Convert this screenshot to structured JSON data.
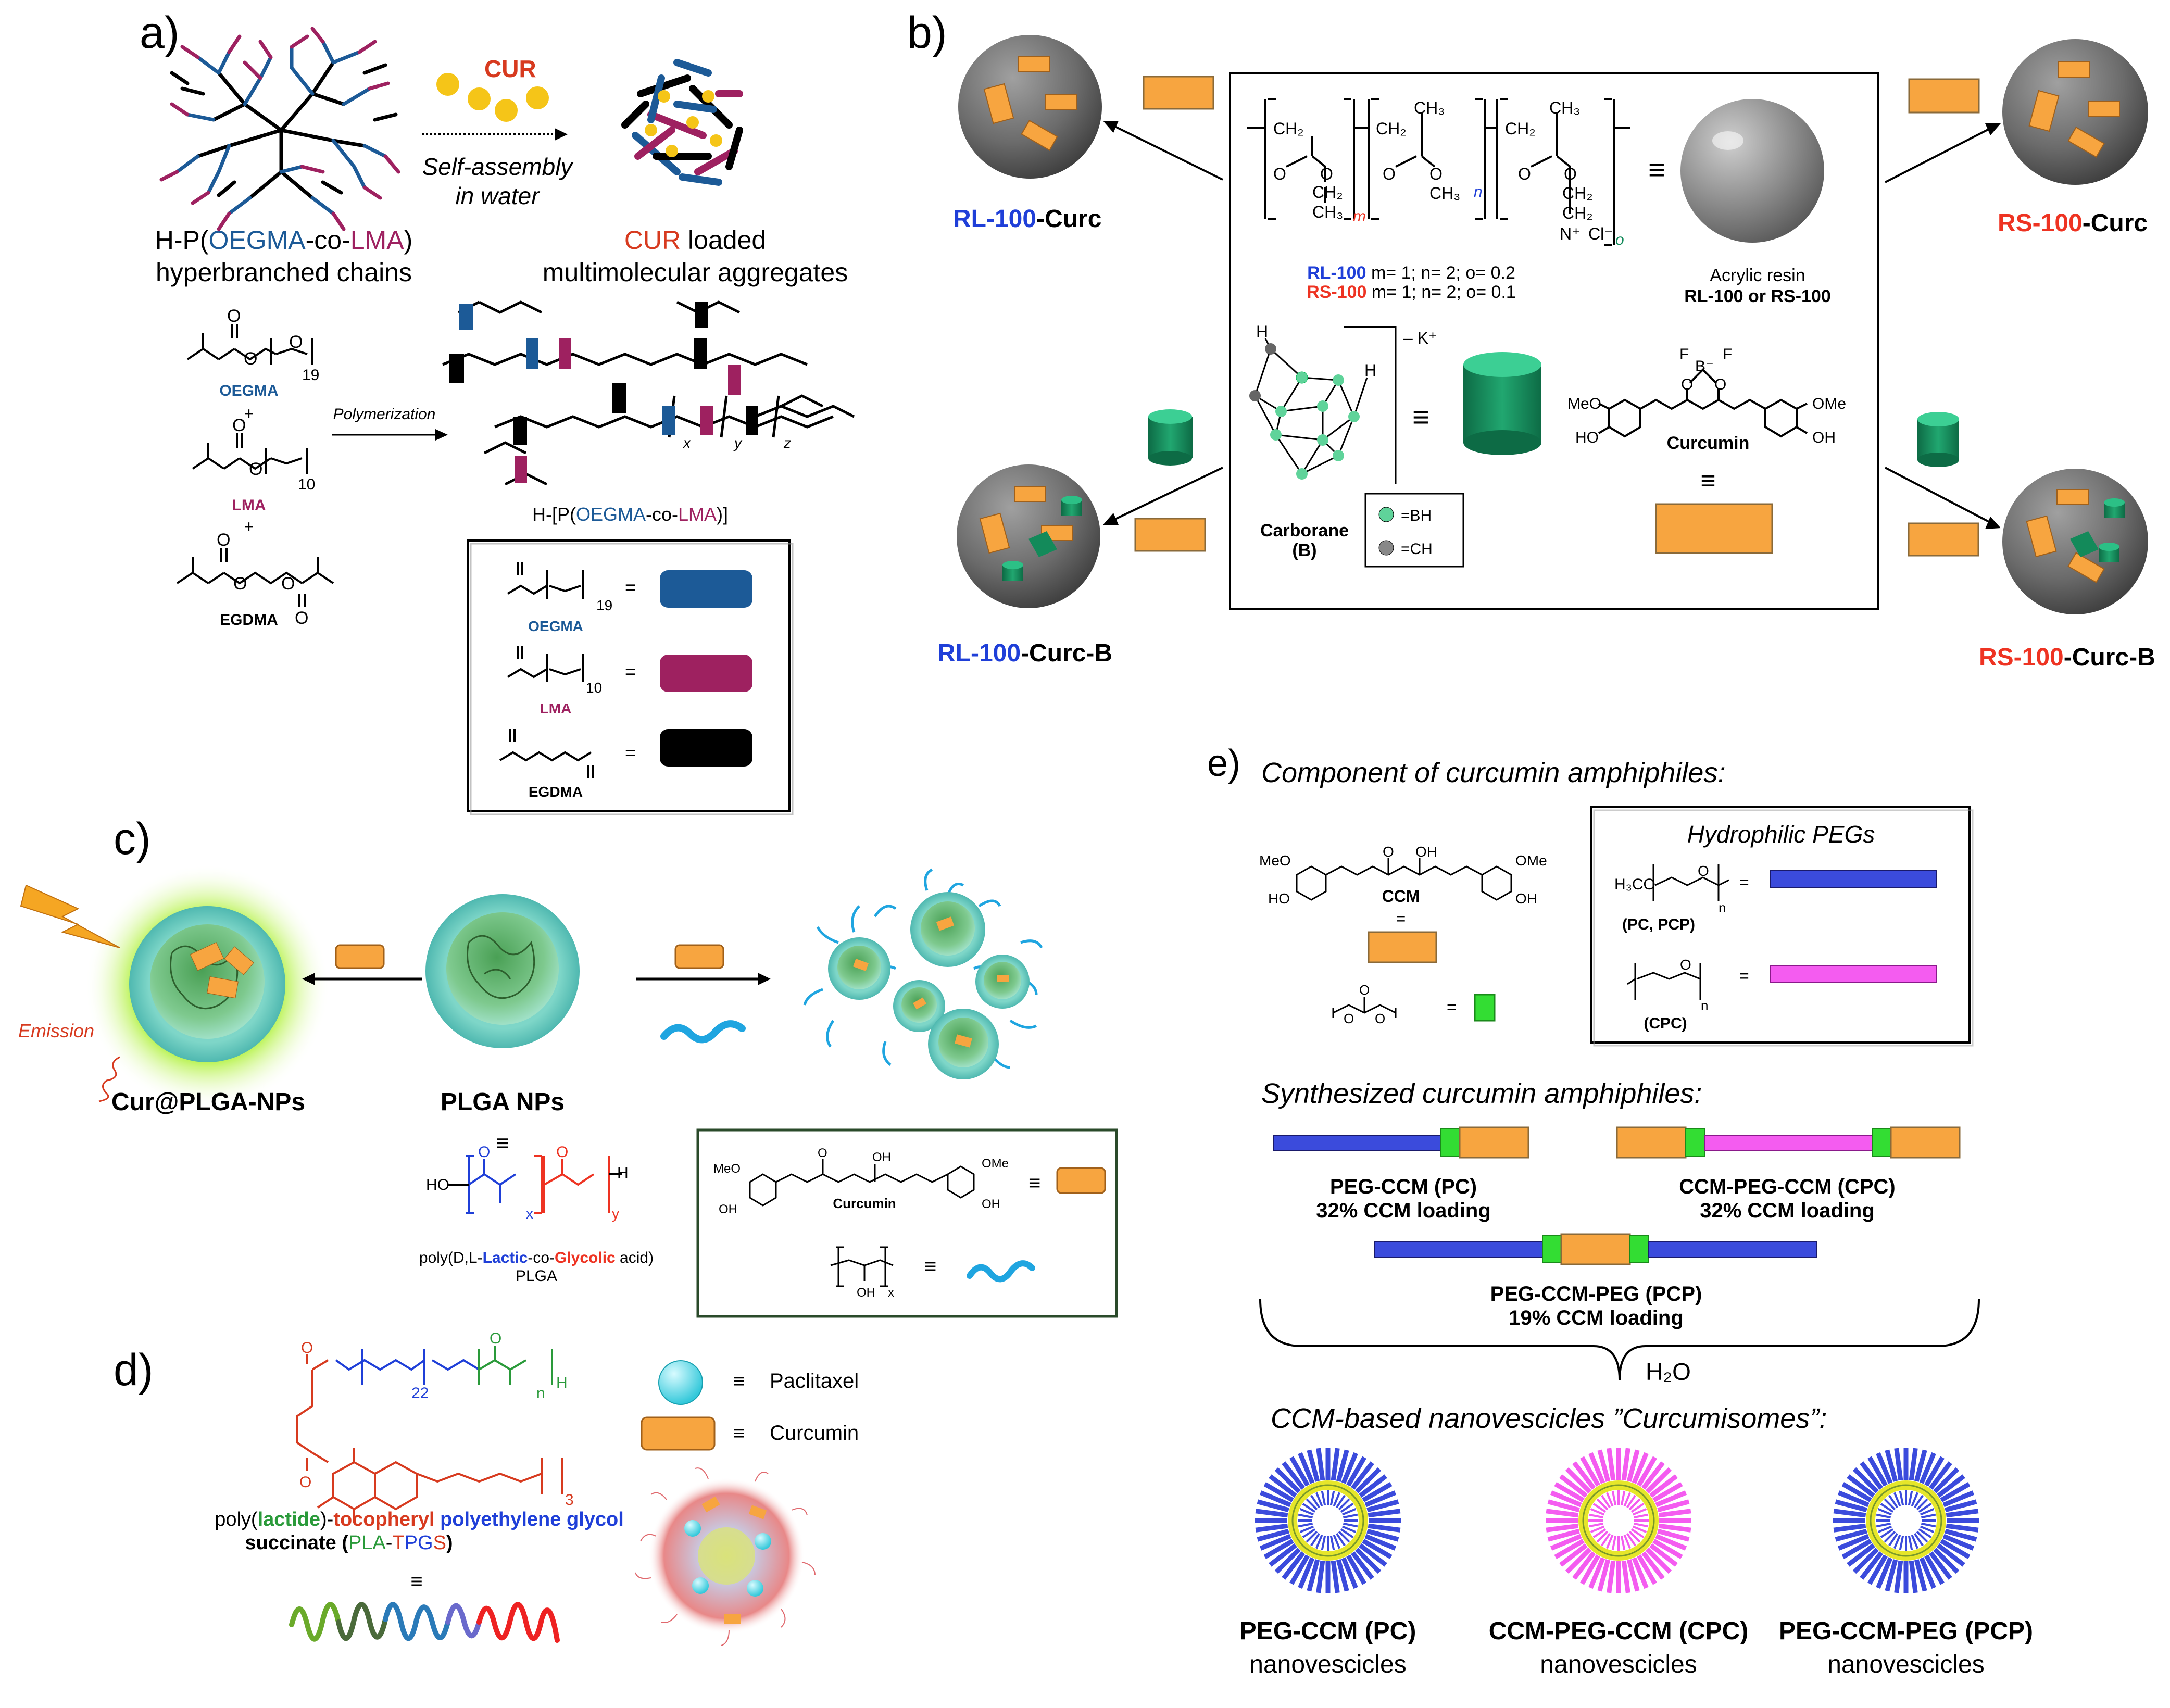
{
  "colors": {
    "curcumin_orange": "#f7a540",
    "oegma_blue": "#1c5a97",
    "lma_magenta": "#9e2160",
    "egdma_black": "#000000",
    "peg_blue": "#3b4bdc",
    "peg_pink": "#f45cf0",
    "linker_green": "#33dd33",
    "rl_blue": "#1f3fd8",
    "rs_red": "#ee3322",
    "cur_red": "#d73a1f",
    "resin_gray": "#6b6b6b",
    "carborane_green": "#138a5a",
    "plga_green": "#7ec98e",
    "glow_green": "#b6f24a",
    "paclitaxel_cyan": "#5fe3ef"
  },
  "panel_a": {
    "label": "a)",
    "cur": "CUR",
    "arrow_line1": "Self-assembly",
    "arrow_line2": "in water",
    "left_title": {
      "p1": "H-P(",
      "oegma": "OEGMA",
      "p2": "-co-",
      "lma": "LMA",
      "p3": ")"
    },
    "left_sub": "hyperbranched chains",
    "right_title": {
      "cur": "CUR",
      "rest": " loaded"
    },
    "right_sub": "multimolecular aggregates",
    "monomers": {
      "oegma": "OEGMA",
      "lma": "LMA",
      "egdma": "EGDMA",
      "plus": "+",
      "n19": "19",
      "n10": "10"
    },
    "polymerization": "Polymerization",
    "product": {
      "p1": "H-[P(",
      "oegma": "OEGMA",
      "p2": "-co-",
      "lma": "LMA",
      "p3": ")]"
    },
    "sub_x": "x",
    "sub_y": "y",
    "sub_z": "z",
    "legend": [
      {
        "name": "OEGMA",
        "n": "19",
        "eq": "="
      },
      {
        "name": "LMA",
        "n": "10",
        "eq": "="
      },
      {
        "name": "EGDMA",
        "n": "",
        "eq": "="
      }
    ]
  },
  "panel_b": {
    "label": "b)",
    "rl_curc": {
      "rl": "RL-100",
      "rest": "-Curc"
    },
    "rs_curc": {
      "rs": "RS-100",
      "rest": "-Curc"
    },
    "rl_curc_b": {
      "rl": "RL-100",
      "rest": "-Curc-B"
    },
    "rs_curc_b": {
      "rs": "RS-100",
      "rest": "-Curc-B"
    },
    "ch2": "CH₂",
    "ch3": "CH₃",
    "sub_m": "m",
    "sub_n": "n",
    "sub_o": "o",
    "o": "O",
    "n_plus": "N⁺",
    "cl": "Cl⁻",
    "equiv": "≡",
    "rl_line": {
      "name": "RL-100",
      "vals": " m= 1; n= 2; o= 0.2"
    },
    "rs_line": {
      "name": "RS-100",
      "vals": " m= 1; n= 2; o= 0.1"
    },
    "resin_l1": "Acrylic resin",
    "resin_l2": "RL-100 or RS-100",
    "carborane": "Carborane",
    "carborane_b": "(B)",
    "k_plus": "– K⁺",
    "h": "H",
    "bh": "=BH",
    "ch": "=CH",
    "curcumin": "Curcumin",
    "meo": "MeO",
    "ho": "HO",
    "ome": "OMe",
    "oh": "OH",
    "f": "F",
    "bminus": "B⁻"
  },
  "panel_c": {
    "label": "c)",
    "cur_plga": "Cur@PLGA-NPs",
    "plga_nps": "PLGA NPs",
    "emission": "Emission",
    "equiv": "≡",
    "polymer_name": {
      "p1": "poly(D,L-",
      "lactic": "Lactic",
      "p2": "-co-",
      "glycolic": "Glycolic",
      "p3": " acid)"
    },
    "plga": "PLGA",
    "ho": "HO",
    "h": "H",
    "o": "O",
    "sub_x": "x",
    "sub_y": "y",
    "curcumin": "Curcumin",
    "meo": "MeO",
    "ome": "OMe",
    "oh": "OH"
  },
  "panel_d": {
    "label": "d)",
    "paclitaxel": "Paclitaxel",
    "curcumin": "Curcumin",
    "equiv": "≡",
    "name_l1": {
      "p1": "poly(",
      "lactide": "lactide",
      "p2": ")-",
      "toco": "tocopheryl",
      "p3": " ",
      "peg": "polyethylene glycol"
    },
    "name_l2": {
      "p1": "succinate (",
      "pla": "PLA",
      "dash": "-",
      "tpgs_t": "T",
      "tpgs_pg": "PG",
      "tpgs_s": "S",
      "p3": ")"
    },
    "n22": "22",
    "n": "n",
    "n3": "3",
    "h": "H",
    "o": "O"
  },
  "panel_e": {
    "label": "e)",
    "component_title": "Component of curcumin amphiphiles:",
    "ccm": "CCM",
    "eq": "=",
    "hydrophilic": "Hydrophilic PEGs",
    "h3co": "H₃CO",
    "n": "n",
    "pc_pcp": "(PC, PCP)",
    "cpc": "(CPC)",
    "meo": "MeO",
    "ho": "HO",
    "ome": "OMe",
    "oh": "OH",
    "o": "O",
    "synth_title": "Synthesized curcumin amphiphiles:",
    "pc": {
      "name": "PEG-CCM (PC)",
      "loading": "32% CCM loading"
    },
    "cpc_item": {
      "name": "CCM-PEG-CCM (CPC)",
      "loading": "32% CCM loading"
    },
    "pcp": {
      "name": "PEG-CCM-PEG (PCP)",
      "loading": "19% CCM loading"
    },
    "h2o": "H₂O",
    "nano_title": "CCM-based nanovescicles ”Curcumisomes”:",
    "vesicles": [
      {
        "name": "PEG-CCM (PC)",
        "sub": "nanovescicles",
        "color": "#3b4bdc"
      },
      {
        "name": "CCM-PEG-CCM (CPC)",
        "sub": "nanovescicles",
        "color": "#f45cf0"
      },
      {
        "name": "PEG-CCM-PEG (PCP)",
        "sub": "nanovescicles",
        "color": "#3b4bdc"
      }
    ]
  }
}
